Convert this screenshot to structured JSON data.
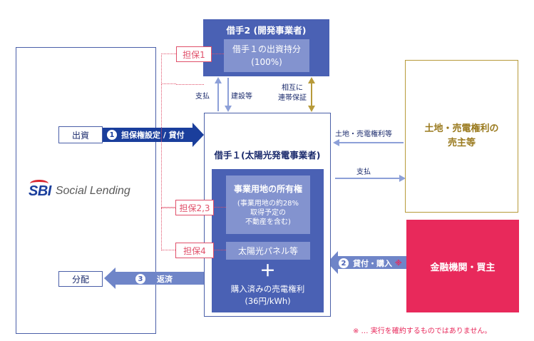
{
  "lender": {
    "logo_mark": "SBI",
    "logo_text": "Social Lending"
  },
  "left": {
    "investment_label": "出資",
    "distribution_label": "分配"
  },
  "arrows": {
    "collateral_lending": {
      "num": "1",
      "label": "担保権設定 / 貸付"
    },
    "lending_purchase": {
      "num": "2",
      "label": "貸付・購入",
      "mark": "※"
    },
    "repayment": {
      "num": "3",
      "label": "返済"
    }
  },
  "borrower2": {
    "title": "借手2 (開発事業者)",
    "equity_line1": "借手１の出資持分",
    "equity_line2": "(100%)"
  },
  "borrower1": {
    "title": "借手１(太陽光発電事業者)",
    "land_title": "事業用地の所有権",
    "land_sub1": "(事業用地の約28%",
    "land_sub2": "取得予定の",
    "land_sub3": "不動産を含む)",
    "solar_panels": "太陽光パネル等",
    "plus": "＋",
    "feed_in_line1": "購入済みの売電権利",
    "feed_in_line2": "(36円/kWh)"
  },
  "collateral": {
    "tag1": "担保1",
    "tag23": "担保2,3",
    "tag4": "担保4"
  },
  "flows": {
    "payment_up": "支払",
    "construction": "建設等",
    "mutual_guarantee1": "相互に",
    "mutual_guarantee2": "連帯保証",
    "land_rights": "土地・売電権利等",
    "payment_right": "支払"
  },
  "seller": {
    "line1": "土地・売電権利の",
    "line2": "売主等"
  },
  "finance": {
    "label": "金融機関・買主"
  },
  "note": "※ … 実行を確約するものではありません。",
  "colors": {
    "navy": "#1a3e9c",
    "blue": "#4a61b4",
    "light_blue": "#8393cf",
    "pink": "#e8295b",
    "gold": "#b79a3a"
  }
}
